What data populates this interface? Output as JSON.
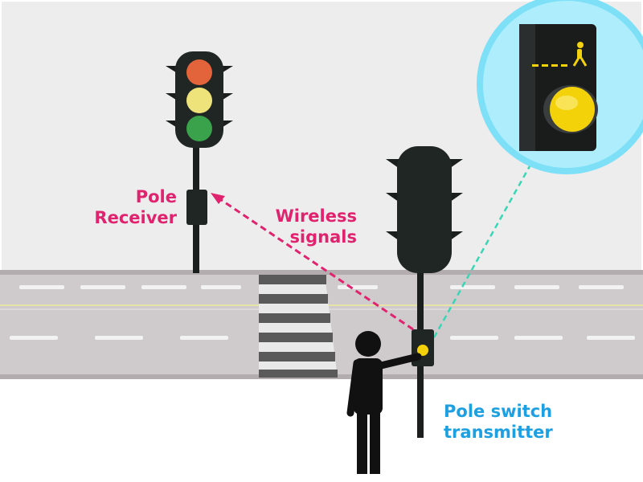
{
  "labels": {
    "pole_receiver": [
      "Pole",
      "Receiver"
    ],
    "wireless_signals": [
      "Wireless",
      "signals"
    ],
    "pole_switch_transmitter": [
      "Pole switch",
      "transmitter"
    ]
  },
  "colors": {
    "receiver_label": "#e0236e",
    "wireless_arrow": "#e0236e",
    "transmitter_label": "#1ea0e0",
    "zoom_connector": "#38d6b4",
    "sky": "#ededed",
    "road": "#cfcacb",
    "button": "#f4d20a",
    "red_light": "#e3633a",
    "yellow_light": "#eee27a",
    "green_light": "#3aa24a",
    "zoom_circle": "#7ee0f7"
  },
  "icons": [
    "traffic-light-icon",
    "pedestrian-icon",
    "push-button-icon",
    "walking-person-icon"
  ]
}
